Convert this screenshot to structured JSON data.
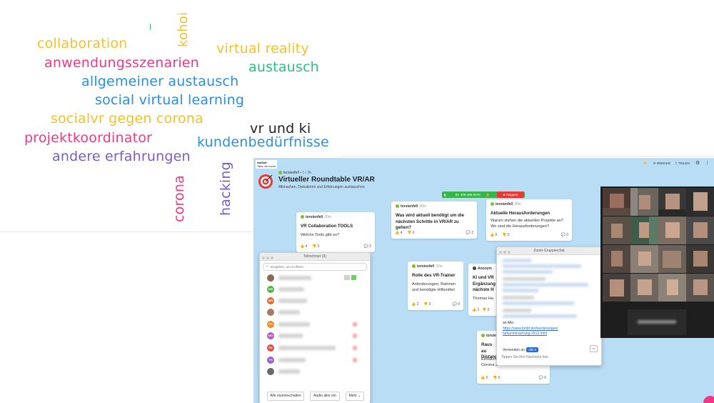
{
  "word_cloud": {
    "words": [
      {
        "text": "kohoi",
        "color": "#f5c02a"
      },
      {
        "text": "collaboration",
        "color": "#f5c02a"
      },
      {
        "text": "virtual reality",
        "color": "#f5c02a"
      },
      {
        "text": "anwendungsszenarien",
        "color": "#ee3a86"
      },
      {
        "text": "austausch",
        "color": "#2bbf7d"
      },
      {
        "text": "allgemeiner austausch",
        "color": "#2a8fe3"
      },
      {
        "text": "social virtual learning",
        "color": "#2a8fe3"
      },
      {
        "text": "socialvr gegen corona",
        "color": "#f5c02a"
      },
      {
        "text": "vr und ki",
        "color": "#222222"
      },
      {
        "text": "projektkoordinator",
        "color": "#ee3a86"
      },
      {
        "text": "kundenbedürfnisse",
        "color": "#2a8fe3"
      },
      {
        "text": "andere erfahrungen",
        "color": "#7a5cc9"
      },
      {
        "text": "hacking",
        "color": "#7a5cc9"
      },
      {
        "text": "corona",
        "color": "#ee3a86"
      }
    ]
  },
  "board": {
    "badge": {
      "line1": "wallbaf",
      "line2": "Take me home"
    },
    "owner": "torstenfell",
    "owner_meta": "• 1 • 3h",
    "title": "Virtueller Roundtable VR/AR",
    "subtitle": "Mitmachen, Diskutieren und Erfahrungen austauschen",
    "toolbar": {
      "remake": "REMAKE",
      "share": "TEILEN"
    },
    "meeting_id": "ID: 438-186-8176",
    "stop_label": "Stoppen",
    "cards": [
      {
        "author": "torstenfell",
        "age": "30m",
        "title": "VR Collaboration TOOLS",
        "body": "Welche Tools gibt es?",
        "up": "4",
        "down": "0",
        "comments": "2"
      },
      {
        "author": "torstenfell",
        "age": "30m",
        "title": "Was wird aktuell benötigt um die nächsten Schritte in VR/AR zu gehen?",
        "body": "",
        "up": "4",
        "down": "0",
        "comments": "2"
      },
      {
        "author": "torstenfell",
        "age": "30m",
        "title": "Aktuelle Herausforderungen",
        "body": "Warum stehen die aktuellen Projekte an? Wo sind die Herausforderungen?",
        "up": "5",
        "down": "0",
        "comments": "0"
      },
      {
        "author": "torstenfell",
        "age": "32m",
        "title": "Rolle des VR-Trainer",
        "body": "Anforderungen, Rahmen und benötigte Hilfsmittel",
        "up": "2",
        "down": "0",
        "comments": "0"
      },
      {
        "author": "Anonym",
        "age": "",
        "title": "KI und VR Ergänzung nächste H",
        "body": "Thomas Ha",
        "up": "1",
        "down": "0",
        "comments": "0"
      },
      {
        "author": "torstenfell",
        "age": "",
        "title": "Raus au Distanc",
        "body": "Einsatzm Corona Zeiten",
        "up": "0",
        "down": "0",
        "comments": "0"
      }
    ]
  },
  "participants": {
    "title": "Teilnehmer (9)",
    "search_placeholder": "Eingeben, um zu filtern",
    "avatars": [
      {
        "initials": "",
        "color": "#8a6a55"
      },
      {
        "initials": "HW",
        "color": "#58b44a"
      },
      {
        "initials": "MR",
        "color": "#e06b3a"
      },
      {
        "initials": "",
        "color": "#a57d62"
      },
      {
        "initials": "FH",
        "color": "#f08a2a"
      },
      {
        "initials": "MO",
        "color": "#b05cc8"
      },
      {
        "initials": "RZ",
        "color": "#e0504a"
      },
      {
        "initials": "TH",
        "color": "#9a62c9"
      },
      {
        "initials": "",
        "color": "#6a6a6a"
      }
    ],
    "buttons": {
      "mute_all": "Alle stummschalten",
      "unmute_all": "Audio aller ein",
      "more": "Mehr"
    }
  },
  "chat": {
    "title": "Zoom-Gruppenchat",
    "to_label": "an Alle:",
    "link_line1": "https://www.bmbf.de/foerderungen/",
    "link_line2": "bekanntmachung-2912.html",
    "send_to_label": "Versenden an:",
    "send_to_value": "Alle",
    "input_placeholder": "Tippen Sie Ihre Nachricht hier...",
    "more_button": "•••"
  },
  "colors": {
    "board_bg": "#b9ddf5",
    "link": "#2a6fd0",
    "meeting_green": "#38b54a",
    "stop_red": "#e53935"
  }
}
